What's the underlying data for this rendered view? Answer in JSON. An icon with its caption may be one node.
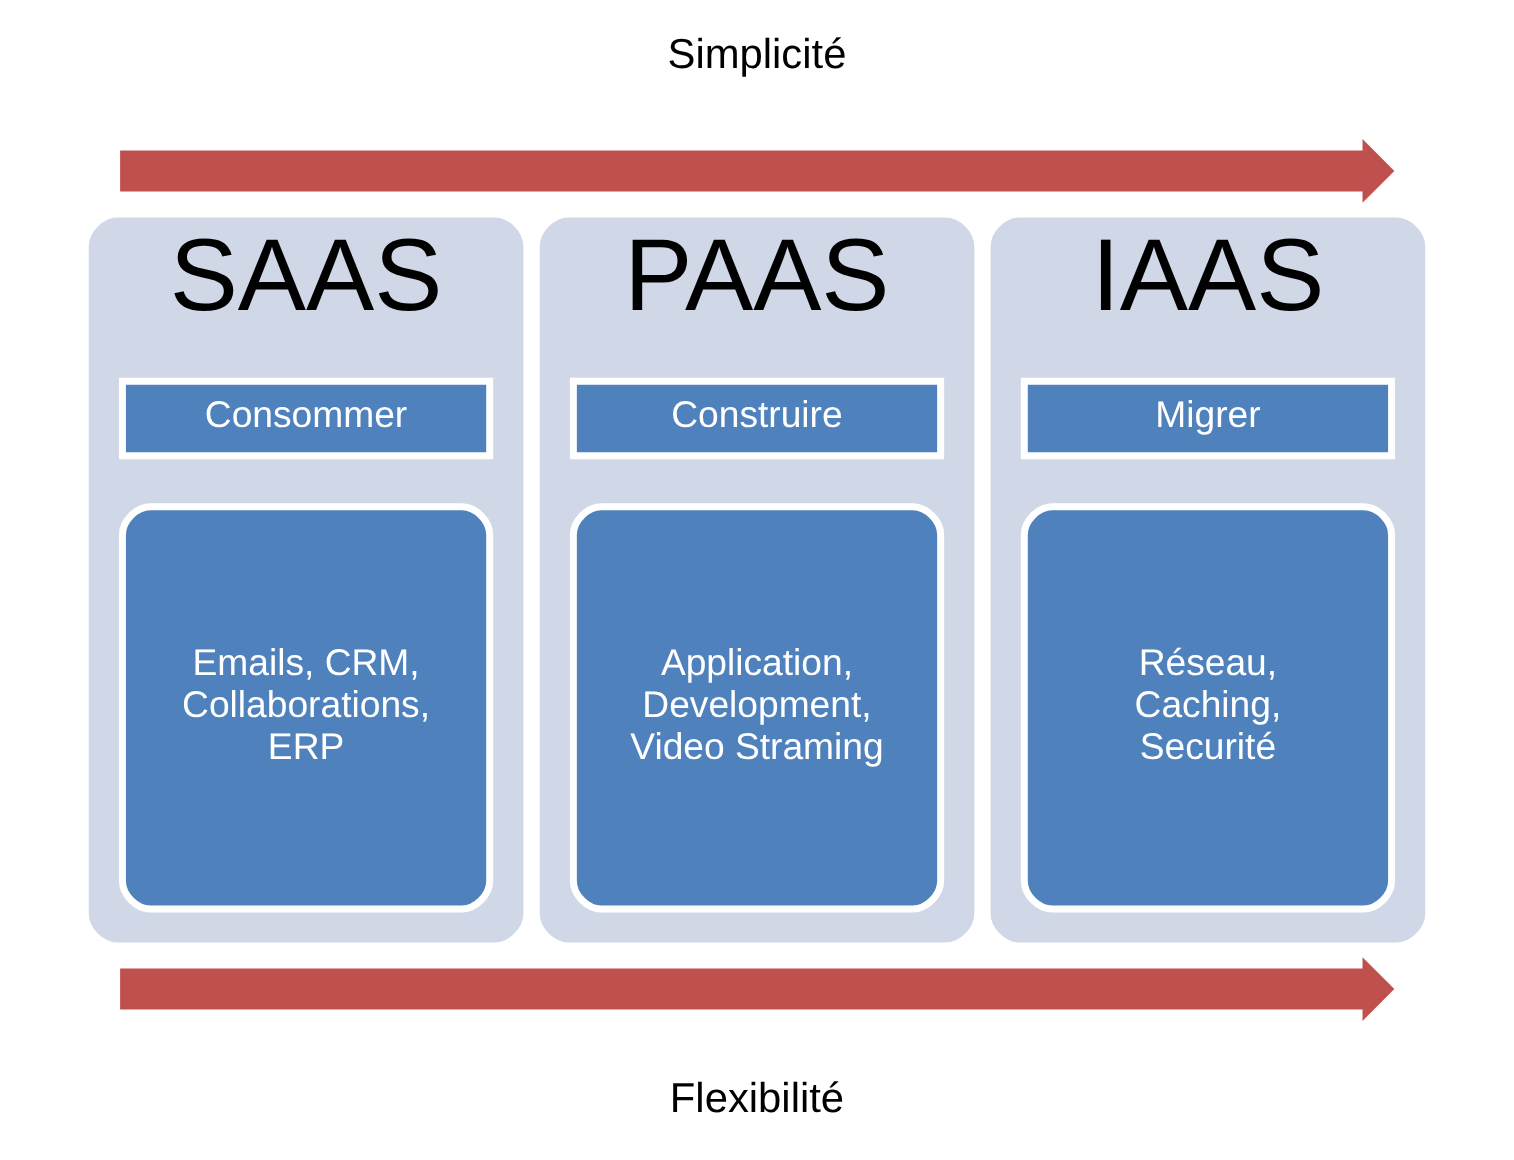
{
  "diagram": {
    "nodes": [
      {
        "text": [
          "SAAS"
        ]
      },
      {
        "text": [
          "Consommer"
        ],
        "in": 0
      },
      {
        "text": [
          "Emails, CRM, Collaborations, ERP"
        ],
        "in": 0
      },
      {
        "text": [
          "PAAS"
        ]
      },
      {
        "text": [
          "Construire"
        ],
        "in": 3
      },
      {
        "text": [
          "Application, Development, Video Straming"
        ],
        "in": 3
      },
      {
        "text": [
          "IAAS"
        ]
      },
      {
        "text": [
          "Migrer"
        ],
        "in": 6
      },
      {
        "text": [
          "Réseau, Caching, Securité"
        ],
        "in": 6
      },
      {
        "text": [],
        "shape": "arrow"
      },
      {
        "text": [],
        "shape": "arrow"
      }
    ],
    "edges": [],
    "labels": [
      "Simplicité",
      "Flexibilité"
    ]
  }
}
